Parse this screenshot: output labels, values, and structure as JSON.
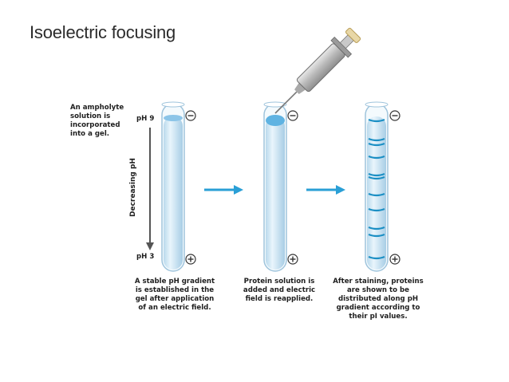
{
  "title": "Isoelectric focusing",
  "intro_note": [
    "An ampholyte",
    "solution is",
    "incorporated",
    "into a gel."
  ],
  "ph_top": "pH 9",
  "ph_bottom": "pH 3",
  "axis_label": "Decreasing pH",
  "electrode_negative": "−",
  "electrode_positive": "+",
  "captions": {
    "step1": [
      "A stable pH gradient",
      "is established in the",
      "gel after application",
      "of an electric field."
    ],
    "step2": [
      "Protein solution is",
      "added and electric",
      "field is reapplied."
    ],
    "step3": [
      "After staining, proteins",
      "are shown to be",
      "distributed along pH",
      "gradient according to",
      "their pI values."
    ]
  },
  "colors": {
    "gel": "#cfe8f6",
    "band": "#1b8fc4",
    "arrow": "#2a9fd6"
  }
}
